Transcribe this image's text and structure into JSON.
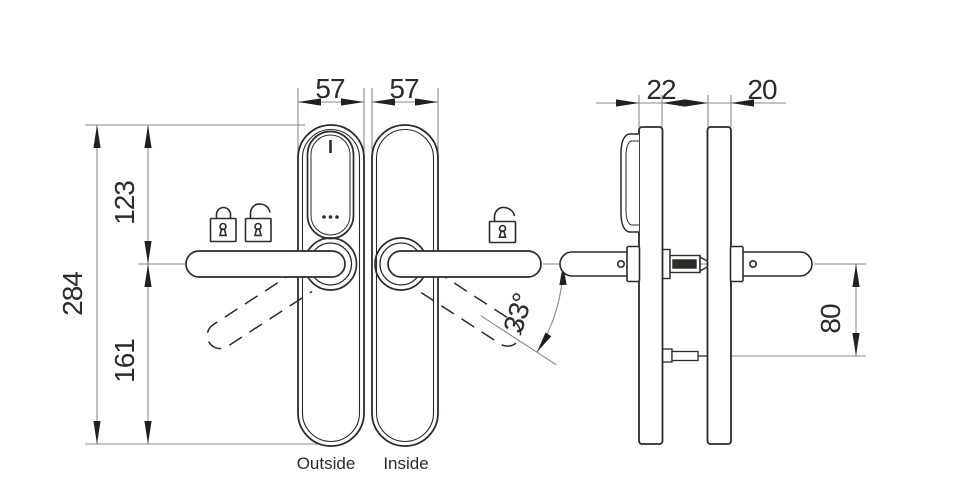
{
  "drawing": {
    "type": "technical-dimension-drawing",
    "subject": "smart door lock handle set - front views (outside / inside) and side profile",
    "labels": {
      "outside": "Outside",
      "inside": "Inside"
    },
    "dims": {
      "outside_plate_width": "57",
      "inside_plate_width": "57",
      "outside_plate_thickness": "22",
      "inside_plate_thickness": "20",
      "total_height": "284",
      "top_to_handle_center": "123",
      "handle_center_to_bottom": "161",
      "handle_center_to_fixing": "80",
      "handle_rotation_angle": "33°"
    },
    "icons": {
      "outside_lock_state": "locked-padlock",
      "outside_unlock_state": "unlocked-padlock",
      "inside_unlock_state": "unlocked-padlock",
      "reader_led": "led-dash",
      "reader_dots": "..."
    },
    "colors": {
      "background": "#ffffff",
      "object_line": "#2e2a27",
      "dimension_line": "#8a8a8a",
      "arrow": "#231f1c",
      "text": "#2e2a27"
    }
  }
}
